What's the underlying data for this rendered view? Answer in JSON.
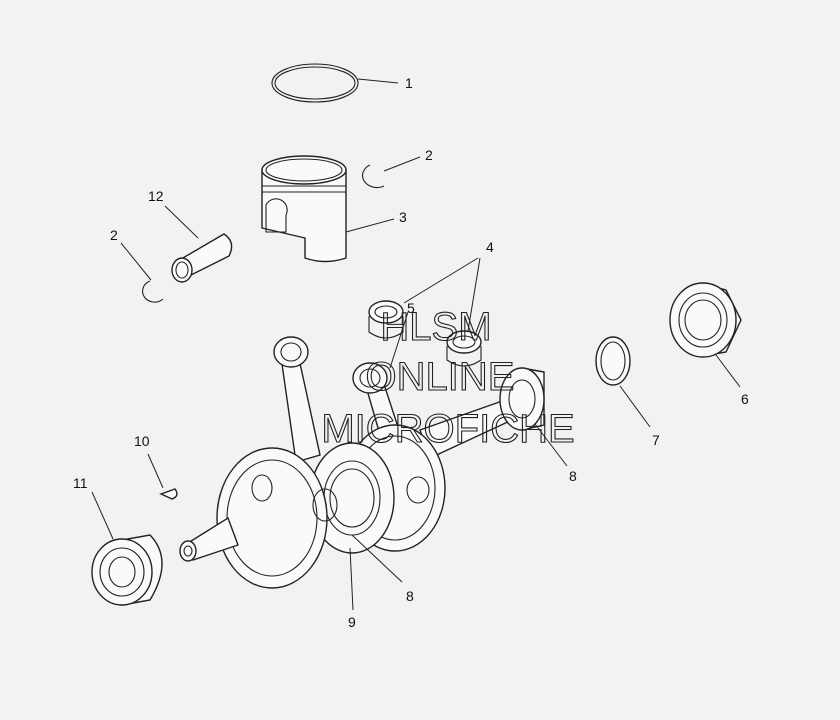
{
  "diagram": {
    "callouts": [
      "1",
      "2",
      "2",
      "3",
      "4",
      "5",
      "6",
      "7",
      "8",
      "8",
      "9",
      "10",
      "11",
      "12"
    ],
    "watermark": {
      "line1": "HLSM",
      "line2": "ONLINE",
      "line3": "MICROFICHE"
    }
  },
  "colors": {
    "background": "#f2f2f2",
    "ink": "#222222",
    "part_fill": "#fafafa"
  }
}
